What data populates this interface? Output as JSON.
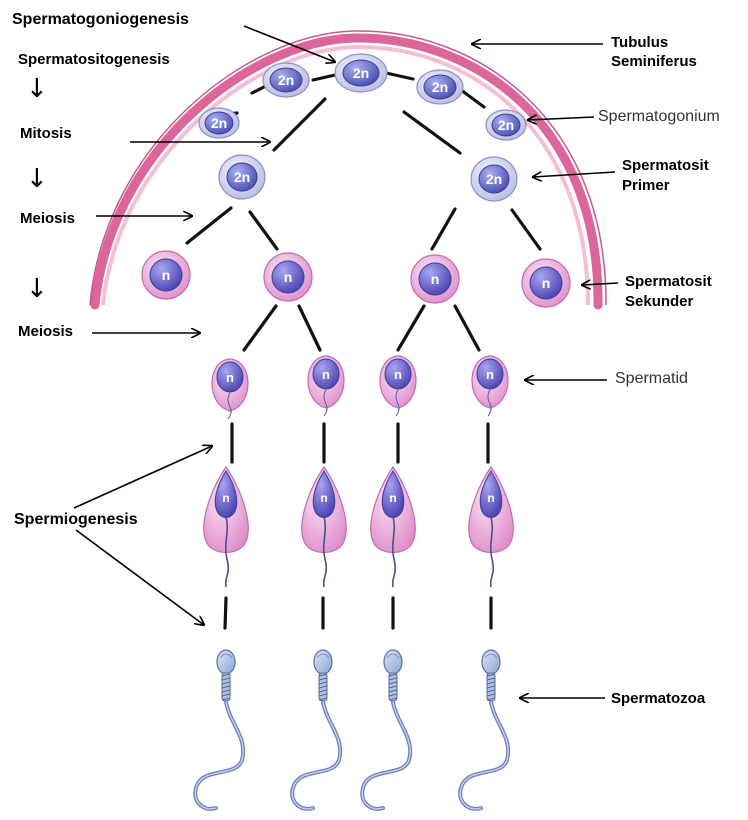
{
  "labels": {
    "spermatogoniogenesis": "Spermatogoniogenesis",
    "spermatositogenesis": "Spermatositogenesis",
    "mitosis": "Mitosis",
    "meiosis_1": "Meiosis",
    "meiosis_2": "Meiosis",
    "spermiogenesis": "Spermiogenesis",
    "tubulus_line1": "Tubulus",
    "tubulus_line2": "Seminiferus",
    "spermatogonium": "Spermatogonium",
    "primer_line1": "Spermatosit",
    "primer_line2": "Primer",
    "sekunder_line1": "Spermatosit",
    "sekunder_line2": "Sekunder",
    "spermatid": "Spermatid",
    "spermatozoa": "Spermatozoa"
  },
  "cell_text": {
    "diploid": "2n",
    "haploid": "n"
  },
  "colors": {
    "tubule_wall": "#d8558e",
    "diploid_cytoplasm": "#c9cbe8",
    "diploid_nucleus": "#6a6fc4",
    "haploid_cytoplasm": "#eaa6d6",
    "haploid_nucleus": "#6b63c6",
    "sperm_head": "#9fb6e0",
    "sperm_tail": "#6f80b8"
  }
}
